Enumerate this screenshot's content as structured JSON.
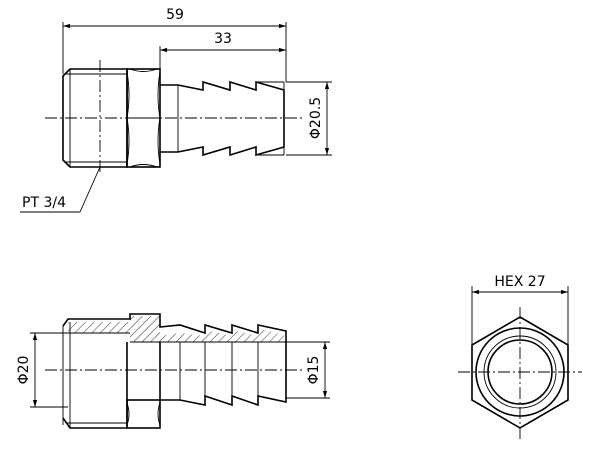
{
  "dimensions": {
    "overall_length": "59",
    "barb_length": "33",
    "barb_od": "Φ20.5",
    "thread": "PT 3/4",
    "bore_thread_side": "Φ20",
    "bore_hose_side": "Φ15",
    "hex": "HEX 27"
  }
}
